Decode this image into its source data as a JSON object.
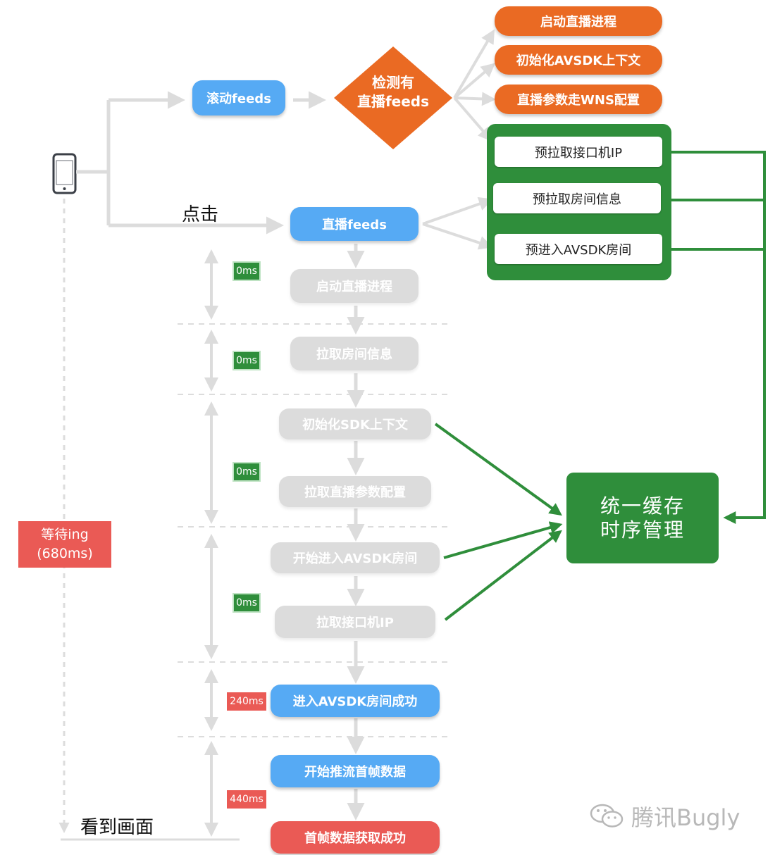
{
  "top_branch": {
    "scroll_feeds": "滚动feeds",
    "detect_live_feeds": [
      "检测有",
      "直播feeds"
    ],
    "orange_actions": [
      "启动直播进程",
      "初始化AVSDK上下文",
      "直播参数走WNS配置"
    ]
  },
  "prefetch": [
    "预拉取接口机IP",
    "预拉取房间信息",
    "预进入AVSDK房间"
  ],
  "click_label": "点击",
  "live_feeds": "直播feeds",
  "steps": [
    {
      "label": "启动直播进程",
      "style": "grey"
    },
    {
      "label": "拉取房间信息",
      "style": "grey"
    },
    {
      "label": "初始化SDK上下文",
      "style": "grey"
    },
    {
      "label": "拉取直播参数配置",
      "style": "grey"
    },
    {
      "label": "开始进入AVSDK房间",
      "style": "grey"
    },
    {
      "label": "拉取接口机IP",
      "style": "grey"
    },
    {
      "label": "进入AVSDK房间成功",
      "style": "blue"
    },
    {
      "label": "开始推流首帧数据",
      "style": "blue"
    },
    {
      "label": "首帧数据获取成功",
      "style": "red"
    }
  ],
  "timings": [
    "0ms",
    "0ms",
    "0ms",
    "0ms",
    "240ms",
    "440ms"
  ],
  "cache_box": [
    "统一缓存",
    "时序管理"
  ],
  "waiting": [
    "等待ing",
    "(680ms)"
  ],
  "see_picture": "看到画面",
  "watermark": "腾讯Bugly",
  "colors": {
    "blue": "#56aaf4",
    "grey": "#dcdcdc",
    "orange": "#ea6a23",
    "red": "#ea5a55",
    "green": "#2f8e3b"
  }
}
